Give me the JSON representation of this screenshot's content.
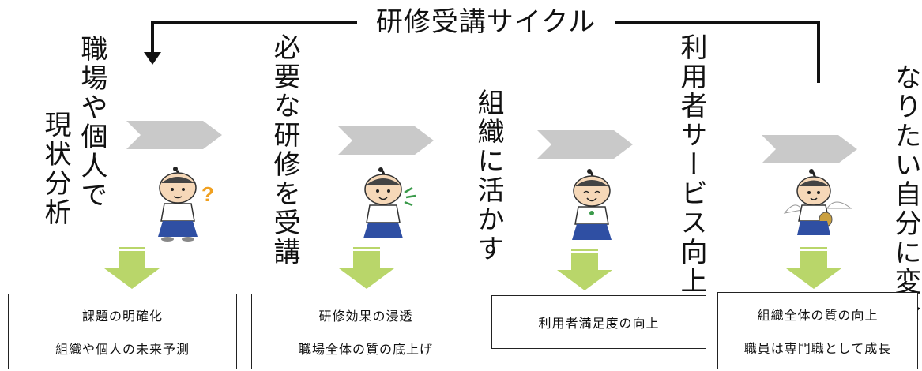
{
  "title": "研修受講サイクル",
  "stages": [
    {
      "text": "職場や個人で"
    },
    {
      "text": "現状分析"
    },
    {
      "text": "必要な研修を受講"
    },
    {
      "text": "組織に活かす"
    },
    {
      "text": "利用者サービス向上"
    },
    {
      "text": "なりたい自分に変身"
    }
  ],
  "boxes": [
    {
      "line1": "課題の明確化",
      "line2": "組織や個人の未来予測"
    },
    {
      "line1": "研修効果の浸透",
      "line2": "職場全体の質の底上げ"
    },
    {
      "line1": "利用者満足度の向上"
    },
    {
      "line1": "組織全体の質の向上",
      "line2": "職員は専門職として成長"
    }
  ],
  "colors": {
    "chevron": "#c9c9c9",
    "down_arrow": "#b9d66a",
    "line": "#111111",
    "skin": "#f6d8b8",
    "robe": "#ffffff",
    "hakama": "#2f4fa3",
    "question": "#f0a020"
  }
}
